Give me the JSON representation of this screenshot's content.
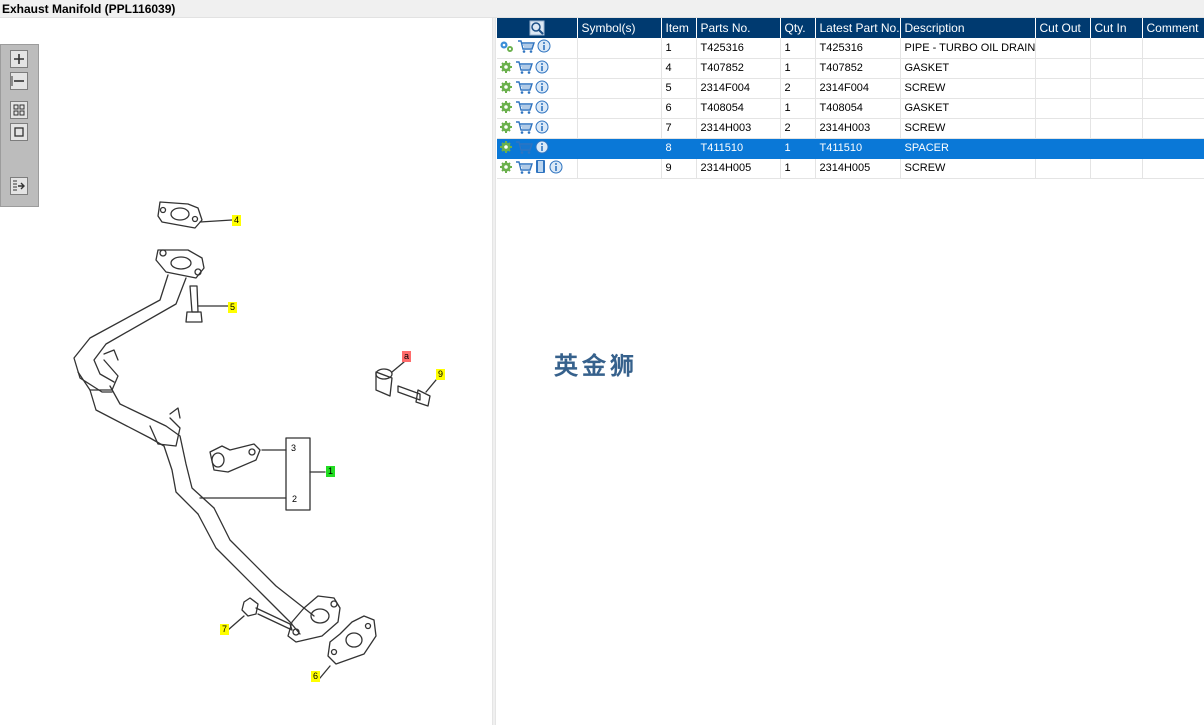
{
  "window": {
    "title": "Exhaust Manifold (PPL116039)"
  },
  "table": {
    "columns": [
      "",
      "Symbol(s)",
      "Item",
      "Parts No.",
      "Qty.",
      "Latest Part No.",
      "Description",
      "Cut Out",
      "Cut In",
      "Comment"
    ],
    "header_icon": "magnifier-icon",
    "rows": [
      {
        "item": "1",
        "parts_no": "T425316",
        "qty": "1",
        "latest": "T425316",
        "desc": "PIPE - TURBO OIL DRAIN",
        "icons": [
          "gears-icon",
          "cart-icon",
          "info-icon"
        ]
      },
      {
        "item": "4",
        "parts_no": "T407852",
        "qty": "1",
        "latest": "T407852",
        "desc": "GASKET",
        "icons": [
          "gear-icon",
          "cart-icon",
          "info-icon"
        ]
      },
      {
        "item": "5",
        "parts_no": "2314F004",
        "qty": "2",
        "latest": "2314F004",
        "desc": "SCREW",
        "icons": [
          "gear-icon",
          "cart-icon",
          "info-icon"
        ]
      },
      {
        "item": "6",
        "parts_no": "T408054",
        "qty": "1",
        "latest": "T408054",
        "desc": "GASKET",
        "icons": [
          "gear-icon",
          "cart-icon",
          "info-icon"
        ]
      },
      {
        "item": "7",
        "parts_no": "2314H003",
        "qty": "2",
        "latest": "2314H003",
        "desc": "SCREW",
        "icons": [
          "gear-icon",
          "cart-icon",
          "info-icon"
        ]
      },
      {
        "item": "8",
        "parts_no": "T411510",
        "qty": "1",
        "latest": "T411510",
        "desc": "SPACER",
        "icons": [
          "gear-icon",
          "cart-icon",
          "info-icon"
        ],
        "selected": true
      },
      {
        "item": "9",
        "parts_no": "2314H005",
        "qty": "1",
        "latest": "2314H005",
        "desc": "SCREW",
        "icons": [
          "gear-icon",
          "cart-icon",
          "book-icon",
          "info-icon"
        ]
      }
    ]
  },
  "diagram": {
    "callouts": [
      "4",
      "5",
      "a",
      "9",
      "3",
      "1",
      "2",
      "7",
      "6"
    ]
  },
  "watermark": "英金狮",
  "colors": {
    "header_bg": "#003a70",
    "selected_row": "#0a78d7",
    "callout_yellow": "#ffff00",
    "callout_red": "#ff6b6b",
    "callout_green": "#22dd22"
  }
}
